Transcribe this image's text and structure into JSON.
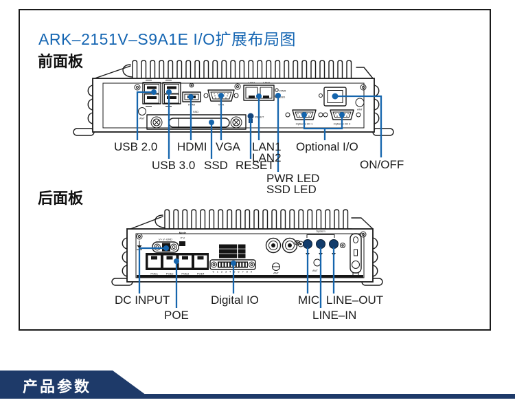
{
  "page": {
    "title": "ARK–2151V–S9A1E I/O扩展布局图",
    "front_heading": "前面板",
    "rear_heading": "后面板",
    "footer_tab": "产品参数"
  },
  "colors": {
    "accent_blue": "#1465b2",
    "leader_blue": "#1565ad",
    "banner_navy": "#1e3a69",
    "line_art": "#1a1a1a"
  },
  "front_panel": {
    "labels": {
      "usb20": "USB 2.0",
      "hdmi": "HDMI",
      "vga": "VGA",
      "lan1": "LAN1",
      "lan2": "LAN2",
      "optional_io": "Optional I/O",
      "usb30": "USB 3.0",
      "ssd": "SSD",
      "reset": "RESET",
      "on_off": "ON/OFF",
      "pwr_led": "PWR LED",
      "ssd_led": "SSD LED"
    },
    "markings": {
      "ant_left": "ANT",
      "hdmi": "HDMI",
      "ssd": "SSD",
      "vga": "VGA",
      "lan1": "LAN1",
      "lan2": "LAN2",
      "pwr": "PWR",
      "ssd_led": "SSD",
      "reset": "RESET",
      "optional_io_1": "Optional I/O 1",
      "optional_io_2": "Optional I/O 2",
      "ant_right": "ANT"
    }
  },
  "rear_panel": {
    "labels": {
      "dc_input": "DC INPUT",
      "poe": "POE",
      "digital_io": "Digital IO",
      "mic": "MIC",
      "line_out": "LINE–OUT",
      "line_in": "LINE–IN"
    },
    "markings": {
      "dc_pins": "V+ V- GND",
      "mode": "Mode",
      "pv": "P V",
      "poe1": "POE1",
      "poe2": "POE2",
      "poe3": "POE3",
      "poe4": "POE4",
      "dio_numbers": "0 1 2 3 4 5 6 7 8 9",
      "system": "System",
      "ant_screw": "ANT",
      "ant_mid": "ANT"
    }
  }
}
